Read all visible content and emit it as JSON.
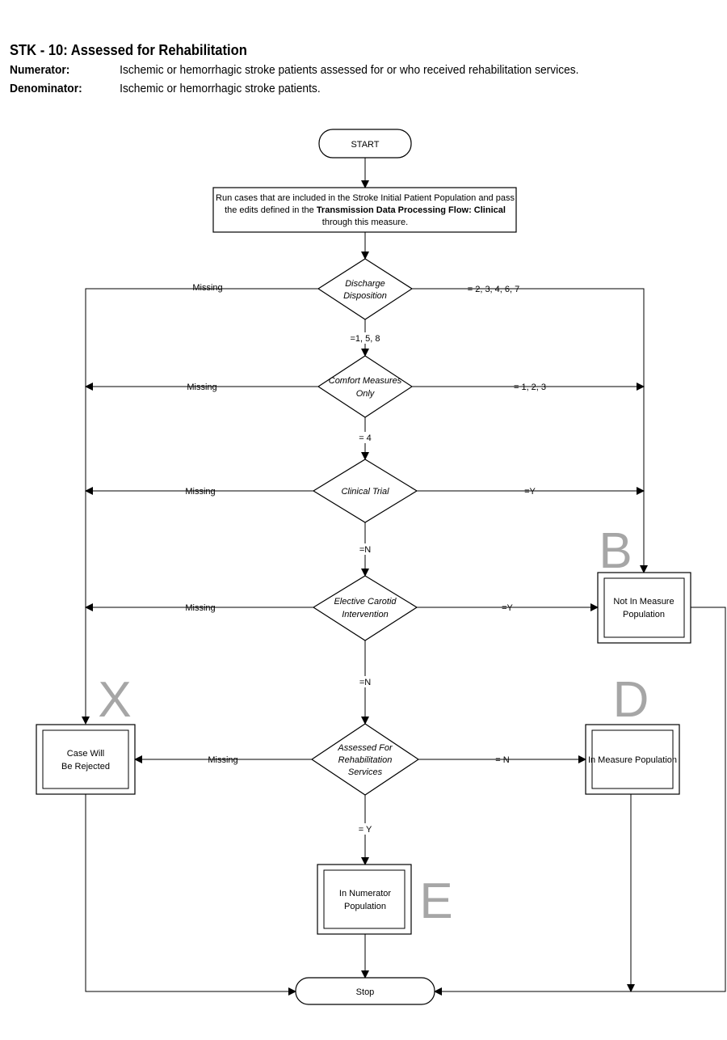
{
  "header": {
    "title": "STK - 10: Assessed for Rehabilitation",
    "numerator_label": "Numerator:",
    "numerator_text": "Ischemic or hemorrhagic stroke patients assessed for or who received rehabilitation services.",
    "denominator_label": "Denominator:",
    "denominator_text": "Ischemic or hemorrhagic stroke patients."
  },
  "flow": {
    "start": "START",
    "process": {
      "line1": "Run cases that are included in the Stroke Initial Patient  Population and pass",
      "line2_pre": "the edits defined in the ",
      "line2_bold": "Transmission Data Processing Flow: Clinical",
      "line3": "through this measure."
    },
    "d1": {
      "line1": "Discharge",
      "line2": "Disposition",
      "left": "Missing",
      "right": "=  2, 3, 4, 6, 7",
      "down": "=1, 5, 8"
    },
    "d2": {
      "line1": "Comfort Measures",
      "line2": "Only",
      "left": "Missing",
      "right": "= 1, 2, 3",
      "down": "= 4"
    },
    "d3": {
      "line1": "Clinical Trial",
      "left": "Missing",
      "right": "=Y",
      "down": "=N"
    },
    "d4": {
      "line1": "Elective Carotid",
      "line2": "Intervention",
      "left": "Missing",
      "right": "=Y",
      "down": "=N"
    },
    "d5": {
      "line1": "Assessed For",
      "line2": "Rehabilitation",
      "line3": "Services",
      "left": "Missing",
      "right": "= N",
      "down": "= Y"
    },
    "box_b": {
      "letter": "B",
      "line1": "Not In Measure",
      "line2": "Population"
    },
    "box_x": {
      "letter": "X",
      "line1": "Case Will",
      "line2": "Be Rejected"
    },
    "box_d": {
      "letter": "D",
      "line1": "In Measure Population"
    },
    "box_e": {
      "letter": "E",
      "line1": "In Numerator",
      "line2": "Population"
    },
    "stop": "Stop"
  }
}
